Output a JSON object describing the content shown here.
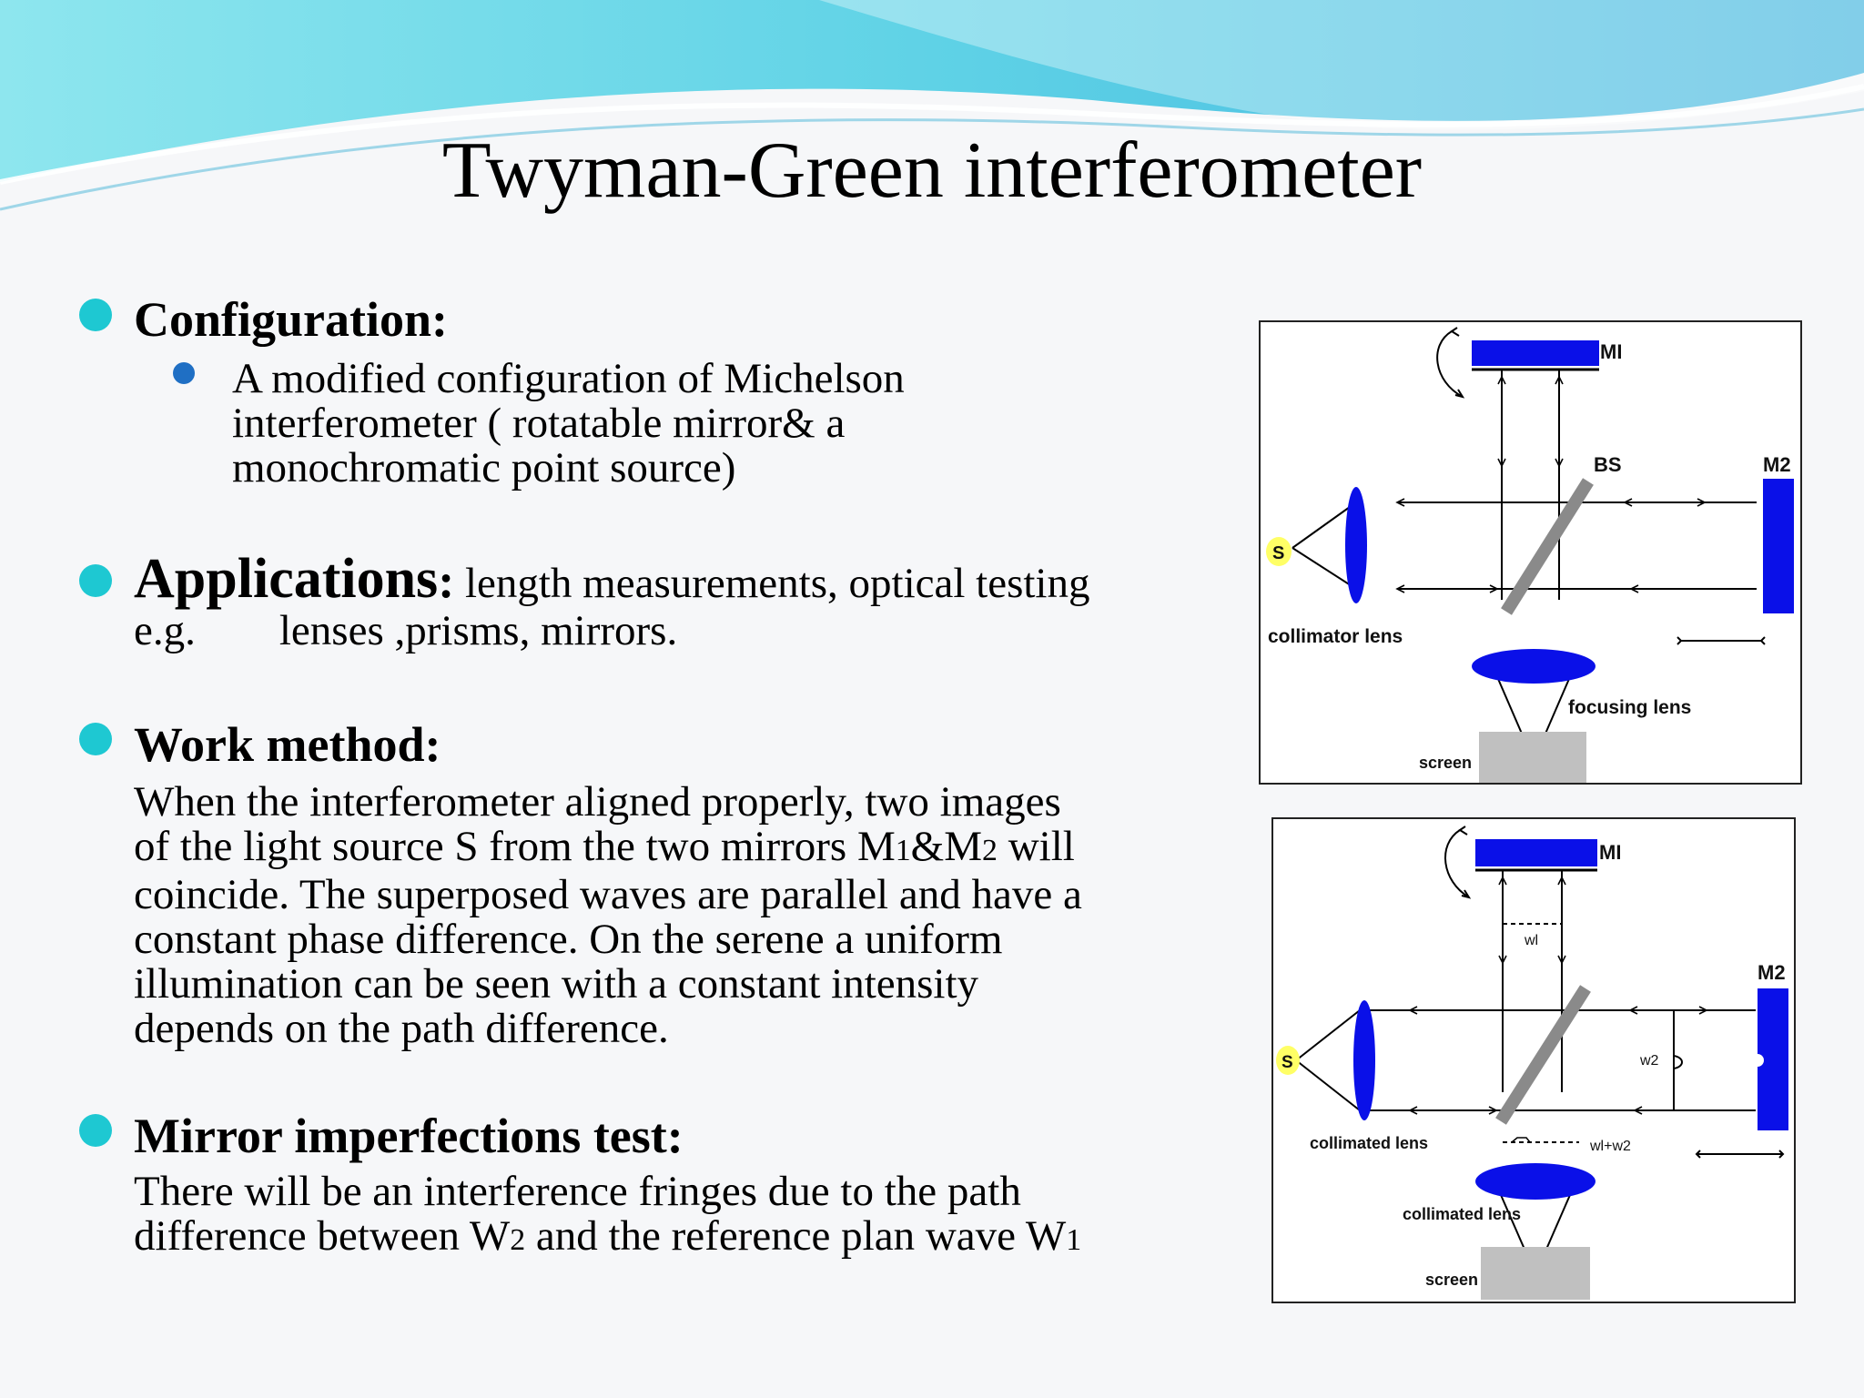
{
  "slide": {
    "title": "Twyman-Green interferometer",
    "colors": {
      "bullet": "#1ec8d2",
      "sub_bullet": "#1f6fc4",
      "mirror_blue": "#0a10e8",
      "bs_gray": "#8a8a8a"
    }
  },
  "configuration": {
    "heading": "Configuration:",
    "sub_lines": [
      "A modified configuration of Michelson",
      "interferometer ( rotatable mirror& a",
      "monochromatic point source)"
    ]
  },
  "applications": {
    "heading": "Applications",
    "colon": ":",
    "line1_rest": " length measurements, optical testing",
    "line2_eg": "e.g.",
    "line2_rest": "lenses ,prisms, mirrors."
  },
  "work_method": {
    "heading": "Work method:",
    "lines": [
      " When the interferometer aligned properly, two images",
      "coincide. The superposed waves are parallel and have a",
      "constant phase difference. On the serene a uniform",
      "illumination can be seen with a constant intensity",
      "depends on the path difference."
    ],
    "line2_a": "of the light source S from the two mirrors M",
    "line2_sub1": "1",
    "line2_b": "&M",
    "line2_sub2": "2",
    "line2_c": " will"
  },
  "mirror_test": {
    "heading": "Mirror imperfections test:",
    "line1": "There will be an interference fringes due to the path",
    "line2_a": "difference between W",
    "line2_sub1": "2",
    "line2_b": " and the reference plan wave W",
    "line2_sub2": "1"
  },
  "figure1": {
    "m1": "MI",
    "m2": "M2",
    "bs": "BS",
    "s": "S",
    "collimator": "collimator lens",
    "focusing": "focusing lens",
    "screen": "screen"
  },
  "figure2": {
    "m1": "MI",
    "m2": "M2",
    "s": "S",
    "w1": "wl",
    "w2": "w2",
    "w1w2": "wl+w2",
    "collimated1": "collimated lens",
    "collimated2": "collimated lens",
    "screen": "screen"
  }
}
